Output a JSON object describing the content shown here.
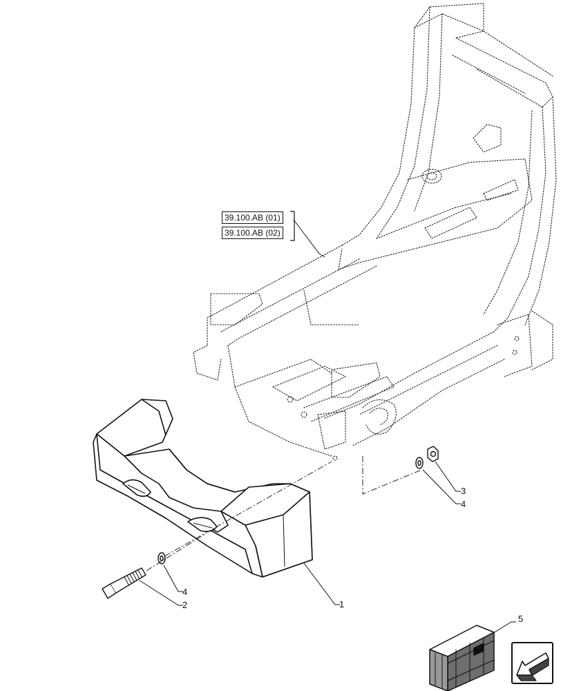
{
  "references": [
    {
      "id": "ref-01",
      "label": "39.100.AB (01)"
    },
    {
      "id": "ref-02",
      "label": "39.100.AB (02)"
    }
  ],
  "callouts": [
    {
      "id": "1",
      "label": "1"
    },
    {
      "id": "2",
      "label": "2"
    },
    {
      "id": "3",
      "label": "3"
    },
    {
      "id": "4a",
      "label": "4"
    },
    {
      "id": "4b",
      "label": "4"
    },
    {
      "id": "5",
      "label": "5"
    }
  ],
  "icons": {
    "navigation": "arrow-down-left-icon",
    "package": "crate-icon"
  }
}
